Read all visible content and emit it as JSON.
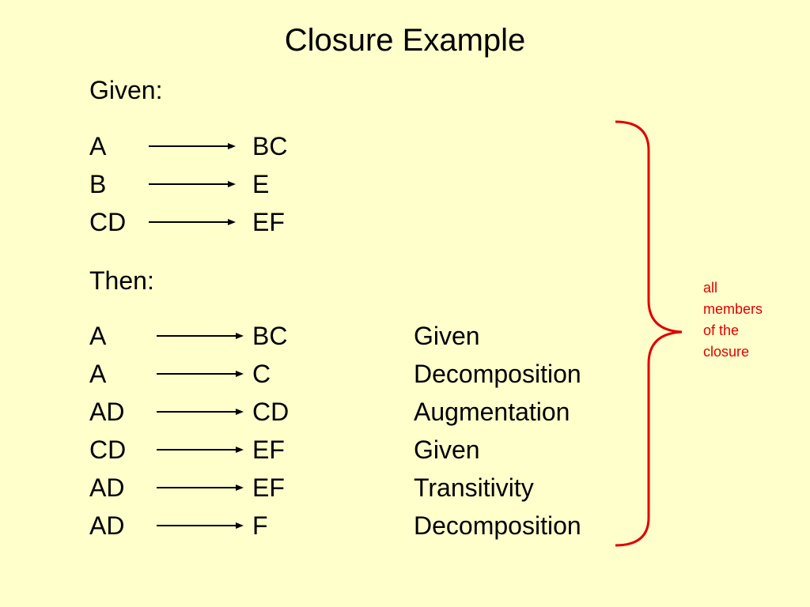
{
  "slide": {
    "title": "Closure Example",
    "given_heading": "Given:",
    "then_heading": "Then:",
    "given": [
      {
        "lhs": "A",
        "rhs": "BC"
      },
      {
        "lhs": "B",
        "rhs": "E"
      },
      {
        "lhs": "CD",
        "rhs": "EF"
      }
    ],
    "then": [
      {
        "lhs": "A",
        "rhs": "BC",
        "rule": "Given"
      },
      {
        "lhs": "A",
        "rhs": "C",
        "rule": "Decomposition"
      },
      {
        "lhs": "AD",
        "rhs": "CD",
        "rule": "Augmentation"
      },
      {
        "lhs": "CD",
        "rhs": "EF",
        "rule": "Given"
      },
      {
        "lhs": "AD",
        "rhs": "EF",
        "rule": "Transitivity"
      },
      {
        "lhs": "AD",
        "rhs": "F",
        "rule": "Decomposition"
      }
    ],
    "brace_note": [
      "all",
      "members",
      "of the",
      "closure"
    ]
  },
  "colors": {
    "background": "#FFFFCC",
    "brace": "#E00000",
    "text": "#000000"
  },
  "icons": {
    "arrow": "right-arrow-icon",
    "brace": "right-curly-brace"
  }
}
